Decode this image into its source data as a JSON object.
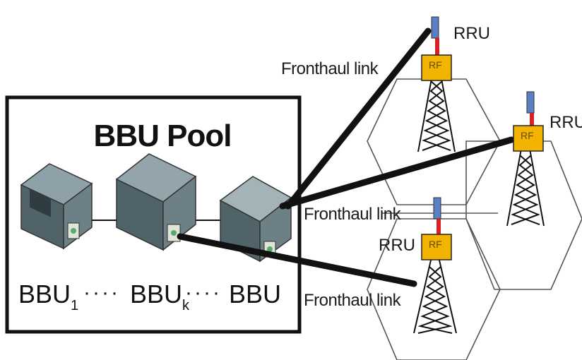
{
  "pool": {
    "title": "BBU Pool",
    "bbu_labels": [
      {
        "base": "BBU",
        "sub": "1"
      },
      {
        "base": "BBU",
        "sub": "k"
      },
      {
        "base": "BBU",
        "sub": ""
      }
    ],
    "ellipsis": "····"
  },
  "links": {
    "fronthaul_label": "Fronthaul link"
  },
  "rru": {
    "label": "RRU",
    "rf_label": "RF"
  },
  "colors": {
    "box_border": "#111111",
    "link": "#111111",
    "rf_box": "#f2b400",
    "antenna": "#5a7fc4",
    "antenna_red": "#d82020",
    "cell_outline": "#555555"
  },
  "icons": [
    "server-icon",
    "tower-icon",
    "rf-amplifier-icon",
    "antenna-icon"
  ]
}
